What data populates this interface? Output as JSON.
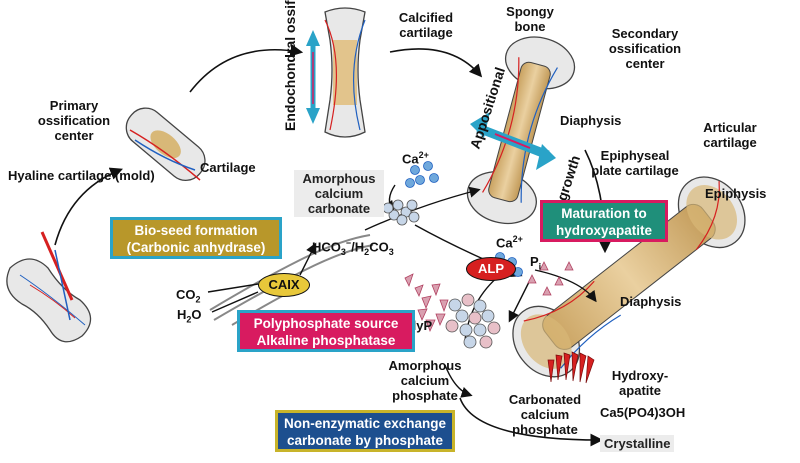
{
  "labels": {
    "hyaline": "Hyaline cartilage (mold)",
    "primary": "Primary ossification center",
    "cartilage": "Cartilage",
    "endochondral": "Endochondral ossification",
    "calcified": "Calcified cartilage",
    "spongy": "Spongy bone",
    "secondary": "Secondary ossification center",
    "appositional": "Appositional",
    "growth": "growth",
    "diaphysis_top": "Diaphysis",
    "articular": "Articular cartilage",
    "epiphyseal": "Epiphyseal plate cartilage",
    "epiphysis": "Epiphysis",
    "diaphysis_right": "Diaphysis",
    "amorphous_carbonate": "Amorphous calcium carbonate",
    "ca": "Ca",
    "ca_charge": "2+",
    "hco3_a": "HCO",
    "hco3_sub": "3",
    "hco3_sup": "−",
    "hco3_b": "/H",
    "hco3_sub2": "2",
    "hco3_c": "CO",
    "hco3_sub3": "3",
    "co2_a": "CO",
    "co2_sub": "2",
    "h2o_a": "H",
    "h2o_sub": "2",
    "h2o_b": "O",
    "caix": "CAIX",
    "alp": "ALP",
    "polyp": "PolyP",
    "pi_a": "P",
    "pi_sub": "i",
    "amorphous_phosphate": "Amorphous calcium phosphate",
    "carbonated": "Carbonated calcium phosphate",
    "hydroxyapatite": "Hydroxy-apatite",
    "formula": "Ca5(PO4)3OH",
    "crystalline": "Crystalline"
  },
  "boxes": {
    "bioseed_1": "Bio-seed formation",
    "bioseed_2": "(Carbonic anhydrase)",
    "polyphosphate_1": "Polyphosphate source",
    "polyphosphate_2": "Alkaline phosphatase",
    "maturation_1": "Maturation to",
    "maturation_2": "hydroxyapatite",
    "nonenzymatic_1": "Non-enzymatic exchange",
    "nonenzymatic_2": "carbonate by phosphate"
  },
  "colors": {
    "olive": "#b8972a",
    "magenta": "#d81b60",
    "teal": "#1f8f7a",
    "navy": "#1d4f8f",
    "cyan": "#2aa3c8",
    "bone": "#d8b878",
    "vessel_red": "#d62020",
    "vessel_blue": "#2060c0"
  }
}
